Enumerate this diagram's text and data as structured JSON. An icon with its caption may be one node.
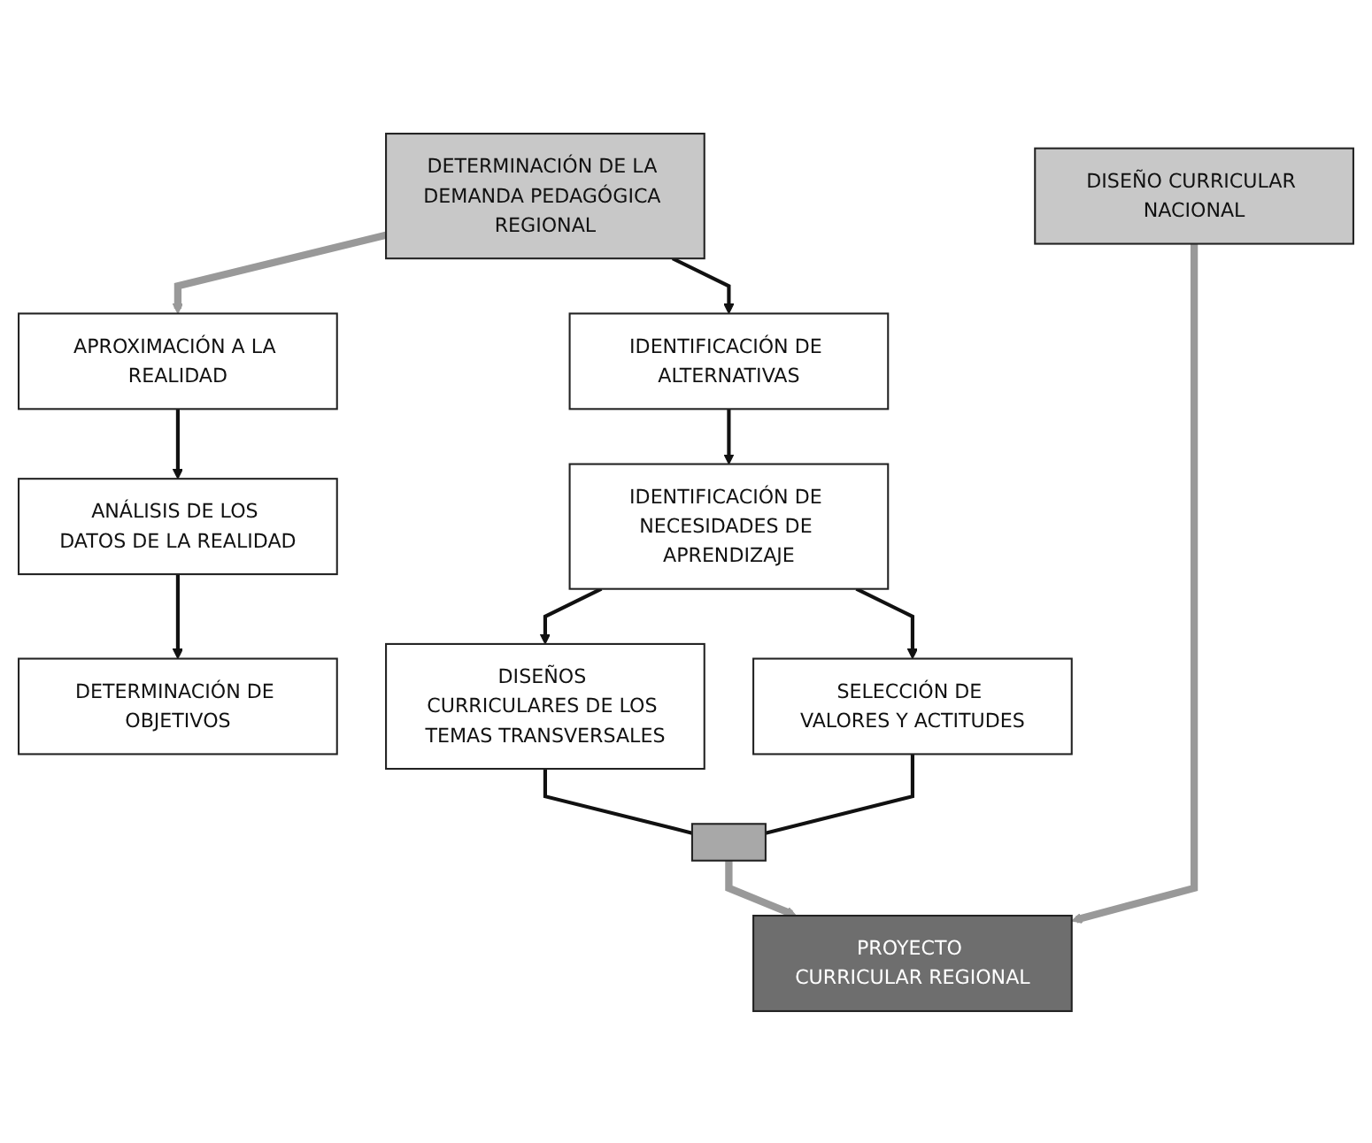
{
  "diagram": {
    "nodes": [
      {
        "text": [
          "DETERMINACIÓN DE LA DEMANDA PEDAGÓGICA REGIONAL"
        ]
      },
      {
        "text": [
          "DISEÑO CURRICULAR NACIONAL"
        ]
      },
      {
        "text": [
          "APROXIMACIÓN A LA REALIDAD"
        ]
      },
      {
        "text": [
          "IDENTIFICACIÓN DE ALTERNATIVAS"
        ]
      },
      {
        "text": [
          "ANÁLISIS DE LOS DATOS DE LA REALIDAD"
        ]
      },
      {
        "text": [
          "IDENTIFICACIÓN DE NECESIDADES DE APRENDIZAJE"
        ]
      },
      {
        "text": [
          "DETERMINACIÓN DE OBJETIVOS"
        ]
      },
      {
        "text": [
          "DISEÑOS CURRICULARES DE LOS TEMAS TRANSVERSALES"
        ]
      },
      {
        "text": [
          "SELECCIÓN DE VALORES Y ACTITUDES"
        ]
      },
      {
        "text": [],
        "shape": "box"
      },
      {
        "text": [
          "PROYECTO CURRICULAR REGIONAL"
        ]
      }
    ],
    "edges": [
      {
        "from": 0,
        "to": 2,
        "arrow": "to",
        "style": "thick",
        "color": "#999999"
      },
      {
        "from": 0,
        "to": 3,
        "arrow": "to"
      },
      {
        "from": 2,
        "to": 4,
        "arrow": "to"
      },
      {
        "from": 4,
        "to": 6,
        "arrow": "to"
      },
      {
        "from": 3,
        "to": 5,
        "arrow": "to"
      },
      {
        "from": 5,
        "to": 7,
        "arrow": "to"
      },
      {
        "from": 5,
        "to": 8,
        "arrow": "to"
      },
      {
        "from": 7,
        "to": 9,
        "arrow": "none"
      },
      {
        "from": 8,
        "to": 9,
        "arrow": "none"
      },
      {
        "from": 9,
        "to": 10,
        "arrow": "to",
        "style": "thick",
        "color": "#999999"
      },
      {
        "from": 1,
        "to": 10,
        "arrow": "to",
        "style": "thick",
        "color": "#999999"
      }
    ]
  }
}
